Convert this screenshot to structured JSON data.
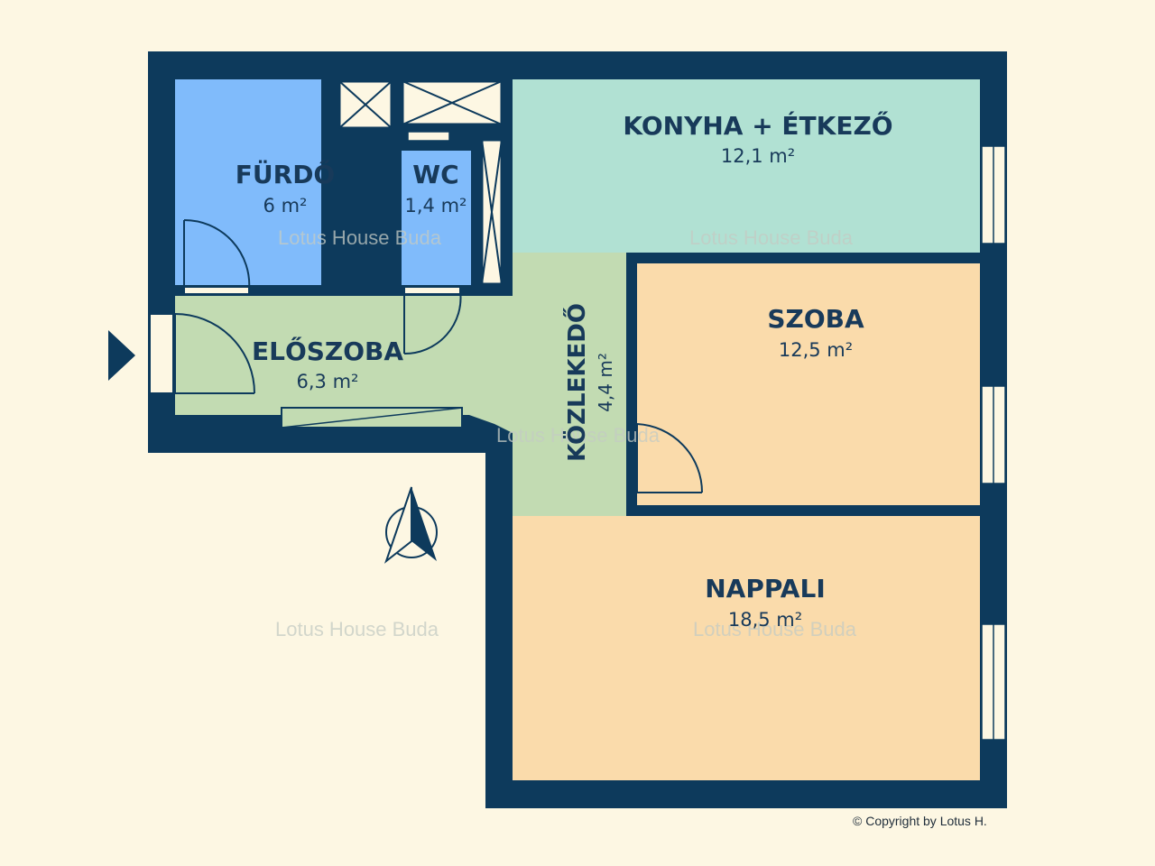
{
  "rooms": {
    "furdo": {
      "name": "FÜRDŐ",
      "area": "6 m²",
      "color": "#80bbfb"
    },
    "wc": {
      "name": "WC",
      "area": "1,4 m²",
      "color": "#80bbfb"
    },
    "konyha": {
      "name": "KONYHA + ÉTKEZŐ",
      "area": "12,1 m²",
      "color": "#b1e1d3"
    },
    "eloszoba": {
      "name": "ELŐSZOBA",
      "area": "6,3 m²",
      "color": "#c2dbb2"
    },
    "kozlekedo": {
      "name": "KÖZLEKEDŐ",
      "area": "4,4 m²",
      "color": "#c2dbb2"
    },
    "szoba": {
      "name": "SZOBA",
      "area": "12,5 m²",
      "color": "#fadbab"
    },
    "nappali": {
      "name": "NAPPALI",
      "area": "18,5 m²",
      "color": "#fadbab"
    }
  },
  "wall_color": "#0d3a5c",
  "watermark": "Lotus House Buda",
  "copyright": "© Copyright by Lotus H."
}
